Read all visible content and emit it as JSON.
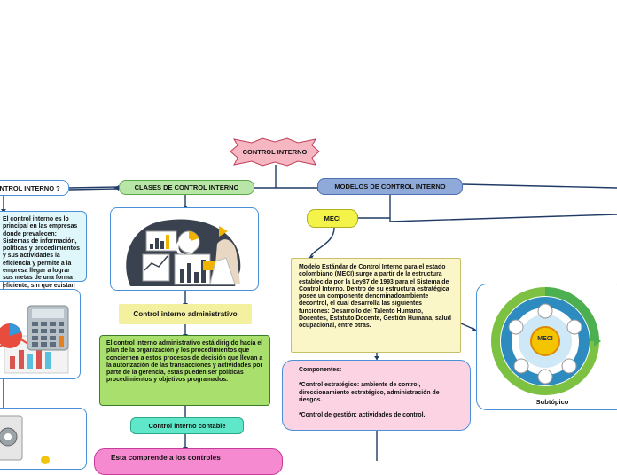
{
  "root": {
    "label": "CONTROL INTERNO"
  },
  "left_question": {
    "label": "CONTROL INTERNO ?"
  },
  "left_text": {
    "text": "El control interno es lo principal en las empresas donde prevalecen: Sistemas de información, políticas y procedimientos y sus actividades la eficiencia y permite a la empresa llegar a lograr sus metas de una forma eficiente, sin que existan errores en el proceso."
  },
  "clases": {
    "label": "CLASES DE CONTROL INTERNO"
  },
  "admin": {
    "label": "Control interno administrativo",
    "text": "El control interno administrativo está dirigido hacia el plan de la organización y los procedimientos que conciernen a estos procesos de decisión que llevan a la autorización de las transacciones y actividades por parte de la gerencia, estas pueden ser políticas procedimientos y objetivos programados."
  },
  "contable": {
    "label": "Control interno contable",
    "text": "Esta comprende a los controles"
  },
  "modelos": {
    "label": "MODELOS DE CONTROL INTERNO"
  },
  "meci": {
    "label": "MECI",
    "text": "Modelo Estándar de Control Interno para el estado colombiano (MECI) surge a partir de la estructura establecida por la Ley87 de 1993 para el Sistema de Control Interno. Dentro de su estructura estratégica posee un componente denominadoambiente decontrol, el cual desarrolla las siguientes funciones: Desarrollo del Talento Humano, Docentes, Estatuto Docente, Gestión Humana, salud ocupacional, entre otras.",
    "components_title": "Componentes:",
    "component_1": "*Control estratégico: ambiente de control, direccionamiento estratégico, administración de riesgos.",
    "component_2": "*Control de gestión: actividades de control.",
    "diagram_center": "MECI",
    "subtopic": "Subtópico"
  },
  "colors": {
    "root_fill": "#f6b7c3",
    "clases_fill": "#b8e6a6",
    "modelos_fill": "#8fa9d9",
    "meci_fill": "#f3f34a",
    "cyan_fill": "#dff7fb",
    "admin_fill": "#f3f0a0",
    "green_fill": "#a9df6c",
    "teal_fill": "#5ee8c9",
    "pink_fill": "#fbd3e2",
    "yellow_text_fill": "#fbf6c8",
    "line": "#1f3b66"
  }
}
